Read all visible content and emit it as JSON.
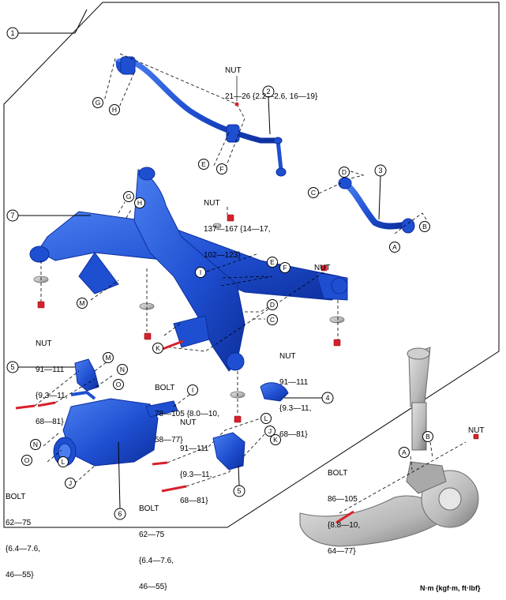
{
  "colors": {
    "part_blue": "#1f4fd1",
    "part_blue_dark": "#0d2f9c",
    "part_blue_light": "#4a7ef0",
    "fastener_red": "#d8202a",
    "strut_gray": "#b8b8b8",
    "strut_dark": "#6a6a6a",
    "line": "#000000"
  },
  "part_numbers": [
    "1",
    "2",
    "3",
    "4",
    "5",
    "5",
    "6",
    "7"
  ],
  "letters": [
    "G",
    "H",
    "E",
    "F",
    "C",
    "D",
    "B",
    "A",
    "G",
    "H",
    "I",
    "E",
    "F",
    "D",
    "C",
    "M",
    "K",
    "M",
    "N",
    "O",
    "I",
    "N",
    "O",
    "L",
    "J",
    "L",
    "J",
    "K",
    "A",
    "B"
  ],
  "torques": {
    "nut_top": {
      "name": "NUT",
      "spec": "21—26 {2.2—2.6, 16—19}"
    },
    "nut_mid": {
      "name": "NUT",
      "spec": "137—167 {14—17,",
      "spec2": "102—123}"
    },
    "nut_right": {
      "name": "NUT"
    },
    "nut_left": {
      "name": "NUT",
      "spec": "91—111",
      "spec2": "{9.3—11,",
      "spec3": "68—81}"
    },
    "nut_rightlow": {
      "name": "NUT",
      "spec": "91—111",
      "spec2": "{9.3—11,",
      "spec3": "68—81}"
    },
    "bolt_center": {
      "name": "BOLT",
      "spec": "78—105 {8.0—10,",
      "spec2": "58—77}"
    },
    "nut_center": {
      "name": "NUT",
      "spec": "91—111",
      "spec2": "{9.3—11,",
      "spec3": "68—81}"
    },
    "bolt_left": {
      "name": "BOLT",
      "spec": "62—75",
      "spec2": "{6.4—7.6,",
      "spec3": "46—55}"
    },
    "bolt_bottom": {
      "name": "BOLT",
      "spec": "62—75",
      "spec2": "{6.4—7.6,",
      "spec3": "46—55}"
    },
    "bolt_knuckle": {
      "name": "BOLT",
      "spec": "86—105",
      "spec2": "{8.8—10,",
      "spec3": "64—77}"
    },
    "nut_knuckle": {
      "name": "NUT"
    }
  },
  "units_label": "N·m {kgf·m, ft·lbf}"
}
